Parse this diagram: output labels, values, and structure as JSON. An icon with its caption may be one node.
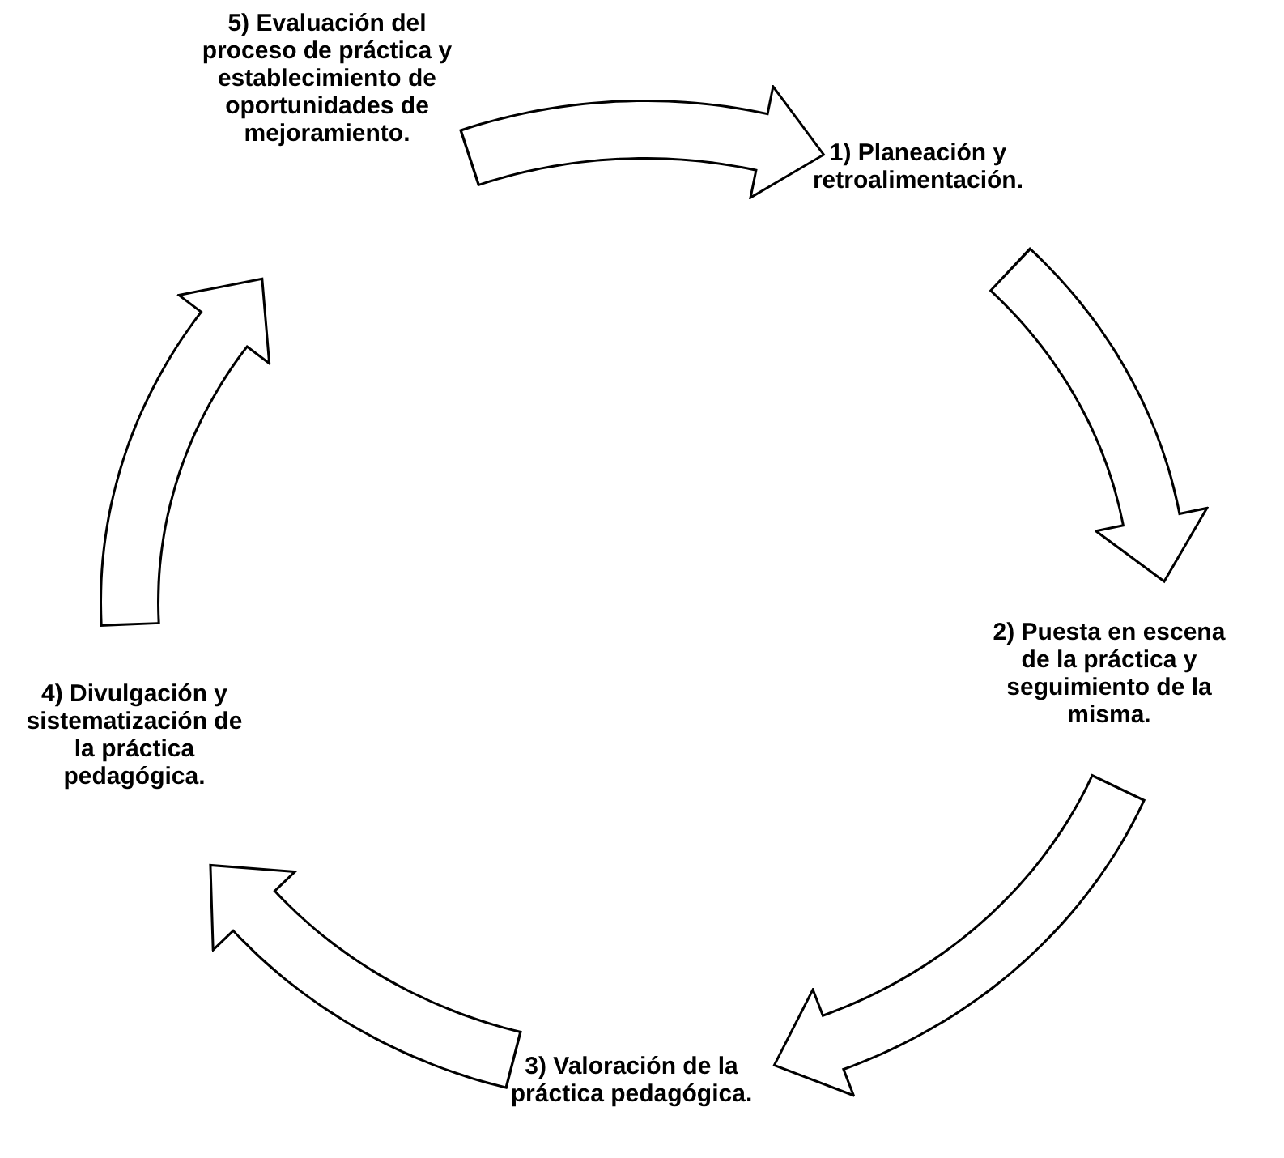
{
  "diagram": {
    "nodes": [
      {
        "text": [
          "5) Evaluación del proceso de práctica y establecimiento de oportunidades de mejoramiento."
        ]
      },
      {
        "text": [
          "1) Planeación y retroalimentación."
        ]
      },
      {
        "text": [
          "2) Puesta en escena de la práctica y seguimiento de la misma."
        ]
      },
      {
        "text": [
          "4) Divulgación y sistematización de la práctica pedagógica."
        ]
      },
      {
        "text": [
          "3) **Valoración de la práctica pedagógica.**"
        ]
      }
    ],
    "edges": [
      {
        "from": 0,
        "to": 1,
        "arrow": "to"
      },
      {
        "from": 1,
        "to": 2,
        "arrow": "to"
      },
      {
        "from": 2,
        "to": 4,
        "arrow": "to"
      },
      {
        "from": 4,
        "to": 3,
        "arrow": "to"
      },
      {
        "from": 3,
        "to": 0,
        "arrow": "to"
      }
    ]
  }
}
